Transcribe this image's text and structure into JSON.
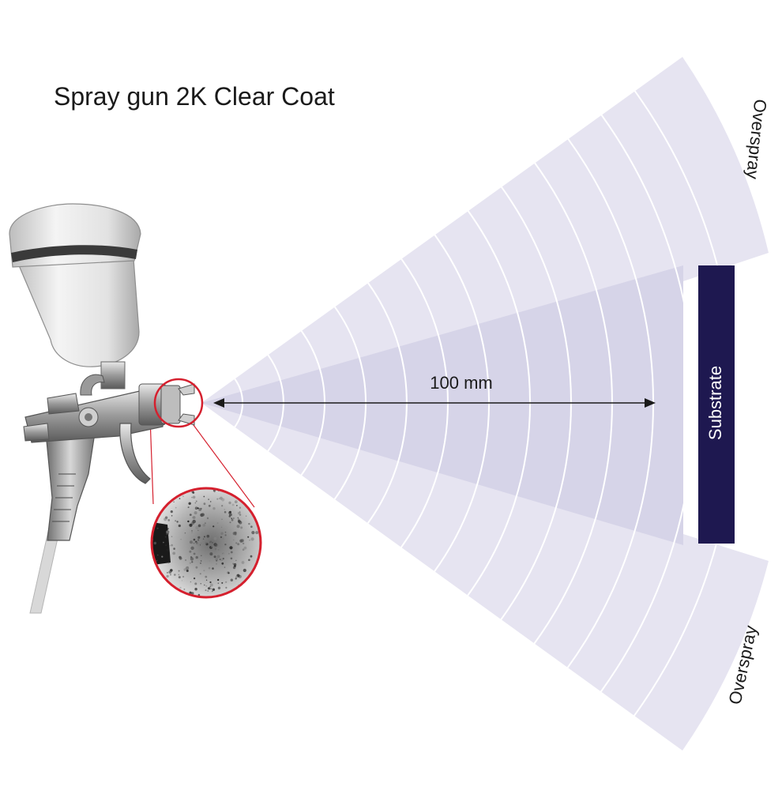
{
  "title": "Spray gun 2K Clear Coat",
  "labels": {
    "distance": "100 mm",
    "substrate": "Substrate",
    "overspray_top": "Overspray",
    "overspray_bottom": "Overspray"
  },
  "colors": {
    "fan_light": "#e6e4f1",
    "fan_core": "#d6d4e8",
    "band_lines": "#ffffff",
    "substrate": "#1e1850",
    "zoom_ring": "#d5202e",
    "text": "#1a1a1a"
  },
  "icons": {
    "spray_gun": "spray-gun-icon",
    "nozzle_zoom": "atomization-zoom-icon"
  }
}
